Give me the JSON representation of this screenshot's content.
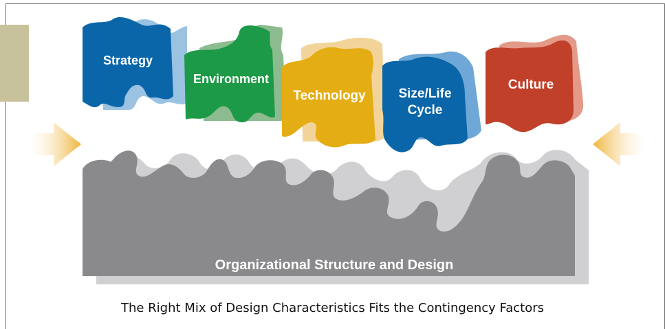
{
  "pieces": [
    {
      "id": "strategy",
      "label_lines": [
        "Strategy"
      ],
      "color": "#0a66a8",
      "shadow": "#9cc2e2"
    },
    {
      "id": "environment",
      "label_lines": [
        "Environment"
      ],
      "color": "#1d9a47",
      "shadow": "#8dbb90"
    },
    {
      "id": "technology",
      "label_lines": [
        "Technology"
      ],
      "color": "#e5ad14",
      "shadow": "#f2d49a"
    },
    {
      "id": "size-life-cycle",
      "label_lines": [
        "Size/Life",
        "Cycle"
      ],
      "color": "#0a66a8",
      "shadow": "#6fa8d6"
    },
    {
      "id": "culture",
      "label_lines": [
        "Culture"
      ],
      "color": "#c0402a",
      "shadow": "#e39a88"
    }
  ],
  "base": {
    "label": "Organizational Structure and Design",
    "color": "#8a8a8c",
    "shadow": "#d0d0d2"
  },
  "arrow_color": "#f0b43a",
  "caption": "The Right Mix of Design Characteristics Fits the Contingency Factors"
}
